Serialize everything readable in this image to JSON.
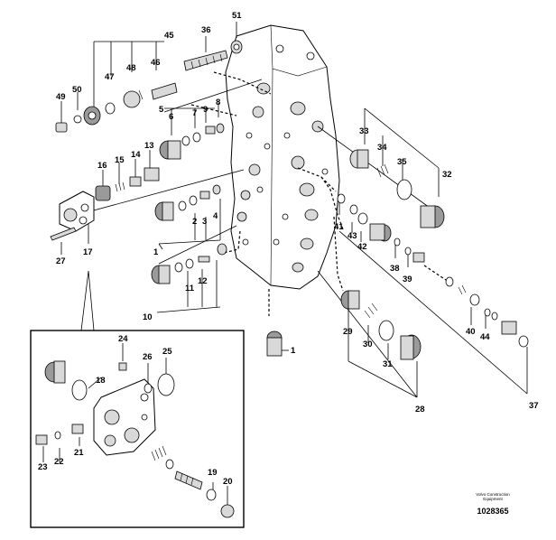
{
  "diagram": {
    "callouts": [
      "1",
      "2",
      "3",
      "4",
      "5",
      "6",
      "7",
      "8",
      "9",
      "10",
      "11",
      "12",
      "13",
      "14",
      "15",
      "16",
      "17",
      "18",
      "19",
      "20",
      "21",
      "22",
      "23",
      "24",
      "25",
      "26",
      "27",
      "28",
      "29",
      "30",
      "31",
      "32",
      "33",
      "34",
      "35",
      "36",
      "37",
      "38",
      "39",
      "40",
      "41",
      "42",
      "43",
      "44",
      "45",
      "46",
      "47",
      "48",
      "49",
      "50",
      "51"
    ],
    "reference": {
      "brand_line1": "Volvo Construction",
      "brand_line2": "Equipment",
      "number": "1028365"
    }
  }
}
